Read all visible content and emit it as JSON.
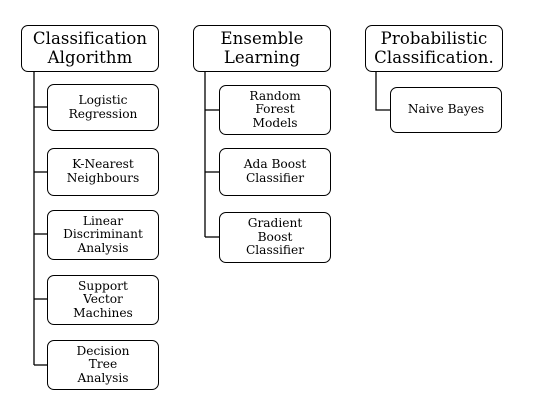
{
  "diagram": {
    "columns": [
      {
        "root": "Classification\nAlgorithm",
        "children": [
          "Logistic\nRegression",
          "K-Nearest\nNeighbours",
          "Linear\nDiscriminant\nAnalysis",
          "Support\nVector\nMachines",
          "Decision\nTree\nAnalysis"
        ]
      },
      {
        "root": "Ensemble\nLearning",
        "children": [
          "Random\nForest\nModels",
          "Ada Boost\nClassifier",
          "Gradient\nBoost\nClassifier"
        ]
      },
      {
        "root": "Probabilistic\nClassification.",
        "children": [
          "Naive Bayes"
        ]
      }
    ]
  }
}
